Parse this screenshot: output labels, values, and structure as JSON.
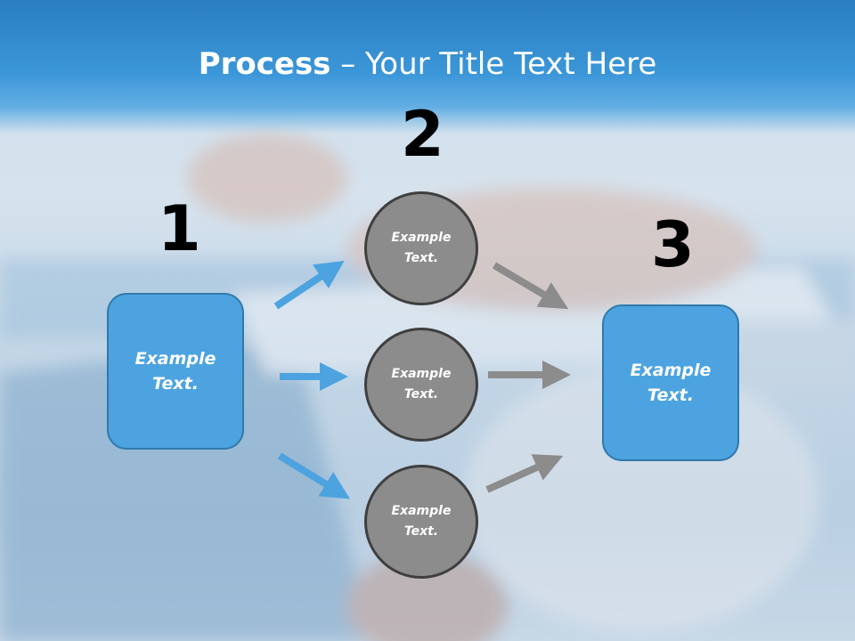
{
  "title": {
    "bold": "Process",
    "rest": " – Your Title Text Here"
  },
  "steps": {
    "one": "1",
    "two": "2",
    "three": "3"
  },
  "left_box": {
    "line1": "Example",
    "line2": "Text."
  },
  "right_box": {
    "line1": "Example",
    "line2": "Text."
  },
  "circles": [
    {
      "line1": "Example",
      "line2": "Text."
    },
    {
      "line1": "Example",
      "line2": "Text."
    },
    {
      "line1": "Example",
      "line2": "Text."
    }
  ],
  "colors": {
    "accent_blue": "#4ca3df",
    "circle_gray": "#8c8c8c",
    "arrow_blue": "#4ca3df",
    "arrow_gray": "#8c8c8c"
  }
}
